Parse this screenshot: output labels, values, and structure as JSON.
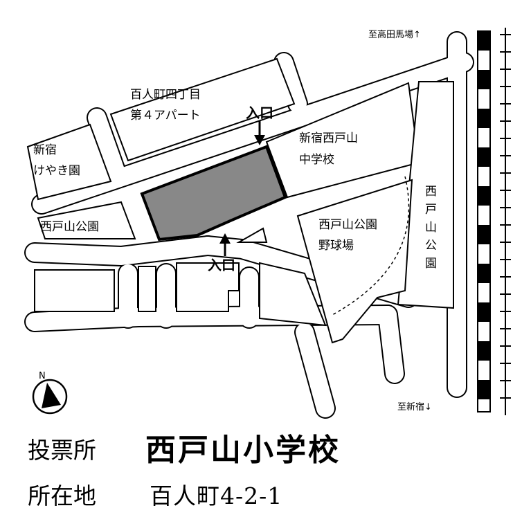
{
  "map": {
    "labels": {
      "school_old_name": "百人町四丁目",
      "school_old_name2": "第４アパート",
      "entrance_top": "入口",
      "entrance_bottom": "入口",
      "jhs_line1": "新宿西戸山",
      "jhs_line2": "中学校",
      "keyaki_line1": "新宿",
      "keyaki_line2": "けやき園",
      "park_small": "西戸山公園",
      "baseball_line1": "西戸山公園",
      "baseball_line2": "野球場",
      "park_vertical": [
        "西",
        "戸",
        "山",
        "公",
        "園"
      ],
      "to_takadanobaba": "至高田馬場↑",
      "to_shinjuku": "至新宿↓",
      "north": "N"
    }
  },
  "info": {
    "polling_label": "投票所",
    "polling_name": "西戸山小学校",
    "address_label": "所在地",
    "address_value": "百人町4-2-1"
  }
}
